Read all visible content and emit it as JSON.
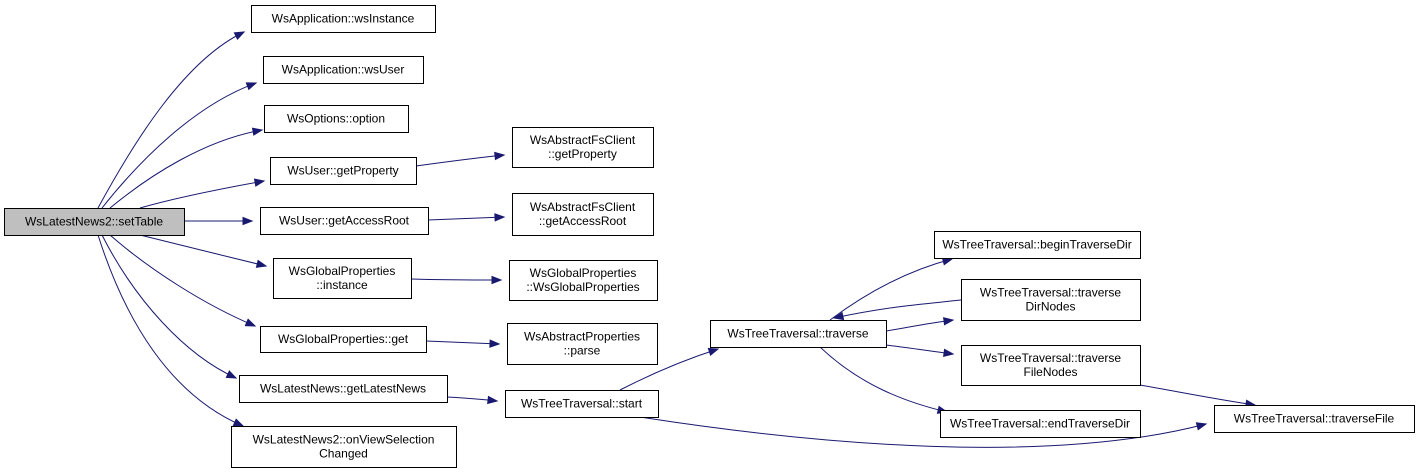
{
  "nodes": [
    {
      "id": "setTable",
      "lines": [
        "WsLatestNews2::setTable"
      ],
      "root": true
    },
    {
      "id": "wsInstance",
      "lines": [
        "WsApplication::wsInstance"
      ]
    },
    {
      "id": "wsUser",
      "lines": [
        "WsApplication::wsUser"
      ]
    },
    {
      "id": "option",
      "lines": [
        "WsOptions::option"
      ]
    },
    {
      "id": "getPropertyUser",
      "lines": [
        "WsUser::getProperty"
      ]
    },
    {
      "id": "getAccessRootUser",
      "lines": [
        "WsUser::getAccessRoot"
      ]
    },
    {
      "id": "gpInstance",
      "lines": [
        "WsGlobalProperties",
        "::instance"
      ]
    },
    {
      "id": "gpGet",
      "lines": [
        "WsGlobalProperties::get"
      ]
    },
    {
      "id": "getLatestNews",
      "lines": [
        "WsLatestNews::getLatestNews"
      ]
    },
    {
      "id": "onViewSel",
      "lines": [
        "WsLatestNews2::onViewSelection",
        "Changed"
      ]
    },
    {
      "id": "fsGetProperty",
      "lines": [
        "WsAbstractFsClient",
        "::getProperty"
      ]
    },
    {
      "id": "fsGetAccessRoot",
      "lines": [
        "WsAbstractFsClient",
        "::getAccessRoot"
      ]
    },
    {
      "id": "gpCtor",
      "lines": [
        "WsGlobalProperties",
        "::WsGlobalProperties"
      ]
    },
    {
      "id": "parse",
      "lines": [
        "WsAbstractProperties",
        "::parse"
      ]
    },
    {
      "id": "start",
      "lines": [
        "WsTreeTraversal::start"
      ]
    },
    {
      "id": "traverse",
      "lines": [
        "WsTreeTraversal::traverse"
      ]
    },
    {
      "id": "beginDir",
      "lines": [
        "WsTreeTraversal::beginTraverseDir"
      ]
    },
    {
      "id": "dirNodes",
      "lines": [
        "WsTreeTraversal::traverse",
        "DirNodes"
      ]
    },
    {
      "id": "fileNodes",
      "lines": [
        "WsTreeTraversal::traverse",
        "FileNodes"
      ]
    },
    {
      "id": "endDir",
      "lines": [
        "WsTreeTraversal::endTraverseDir"
      ]
    },
    {
      "id": "traverseFile",
      "lines": [
        "WsTreeTraversal::traverseFile"
      ]
    }
  ],
  "edges": [
    {
      "from": "setTable",
      "to": "wsInstance"
    },
    {
      "from": "setTable",
      "to": "wsUser"
    },
    {
      "from": "setTable",
      "to": "option"
    },
    {
      "from": "setTable",
      "to": "getPropertyUser"
    },
    {
      "from": "setTable",
      "to": "getAccessRootUser"
    },
    {
      "from": "setTable",
      "to": "gpInstance"
    },
    {
      "from": "setTable",
      "to": "gpGet"
    },
    {
      "from": "setTable",
      "to": "getLatestNews"
    },
    {
      "from": "setTable",
      "to": "onViewSel"
    },
    {
      "from": "getPropertyUser",
      "to": "fsGetProperty"
    },
    {
      "from": "getAccessRootUser",
      "to": "fsGetAccessRoot"
    },
    {
      "from": "gpInstance",
      "to": "gpCtor"
    },
    {
      "from": "gpGet",
      "to": "parse"
    },
    {
      "from": "getLatestNews",
      "to": "start"
    },
    {
      "from": "start",
      "to": "traverse"
    },
    {
      "from": "start",
      "to": "traverseFile"
    },
    {
      "from": "traverse",
      "to": "beginDir"
    },
    {
      "from": "traverse",
      "to": "dirNodes"
    },
    {
      "from": "dirNodes",
      "to": "traverse"
    },
    {
      "from": "traverse",
      "to": "fileNodes"
    },
    {
      "from": "traverse",
      "to": "endDir"
    },
    {
      "from": "fileNodes",
      "to": "traverseFile"
    }
  ],
  "colors": {
    "edge": "#191970",
    "root_fill": "#bfbfbf",
    "node_fill": "#ffffff",
    "node_border": "#000000"
  }
}
